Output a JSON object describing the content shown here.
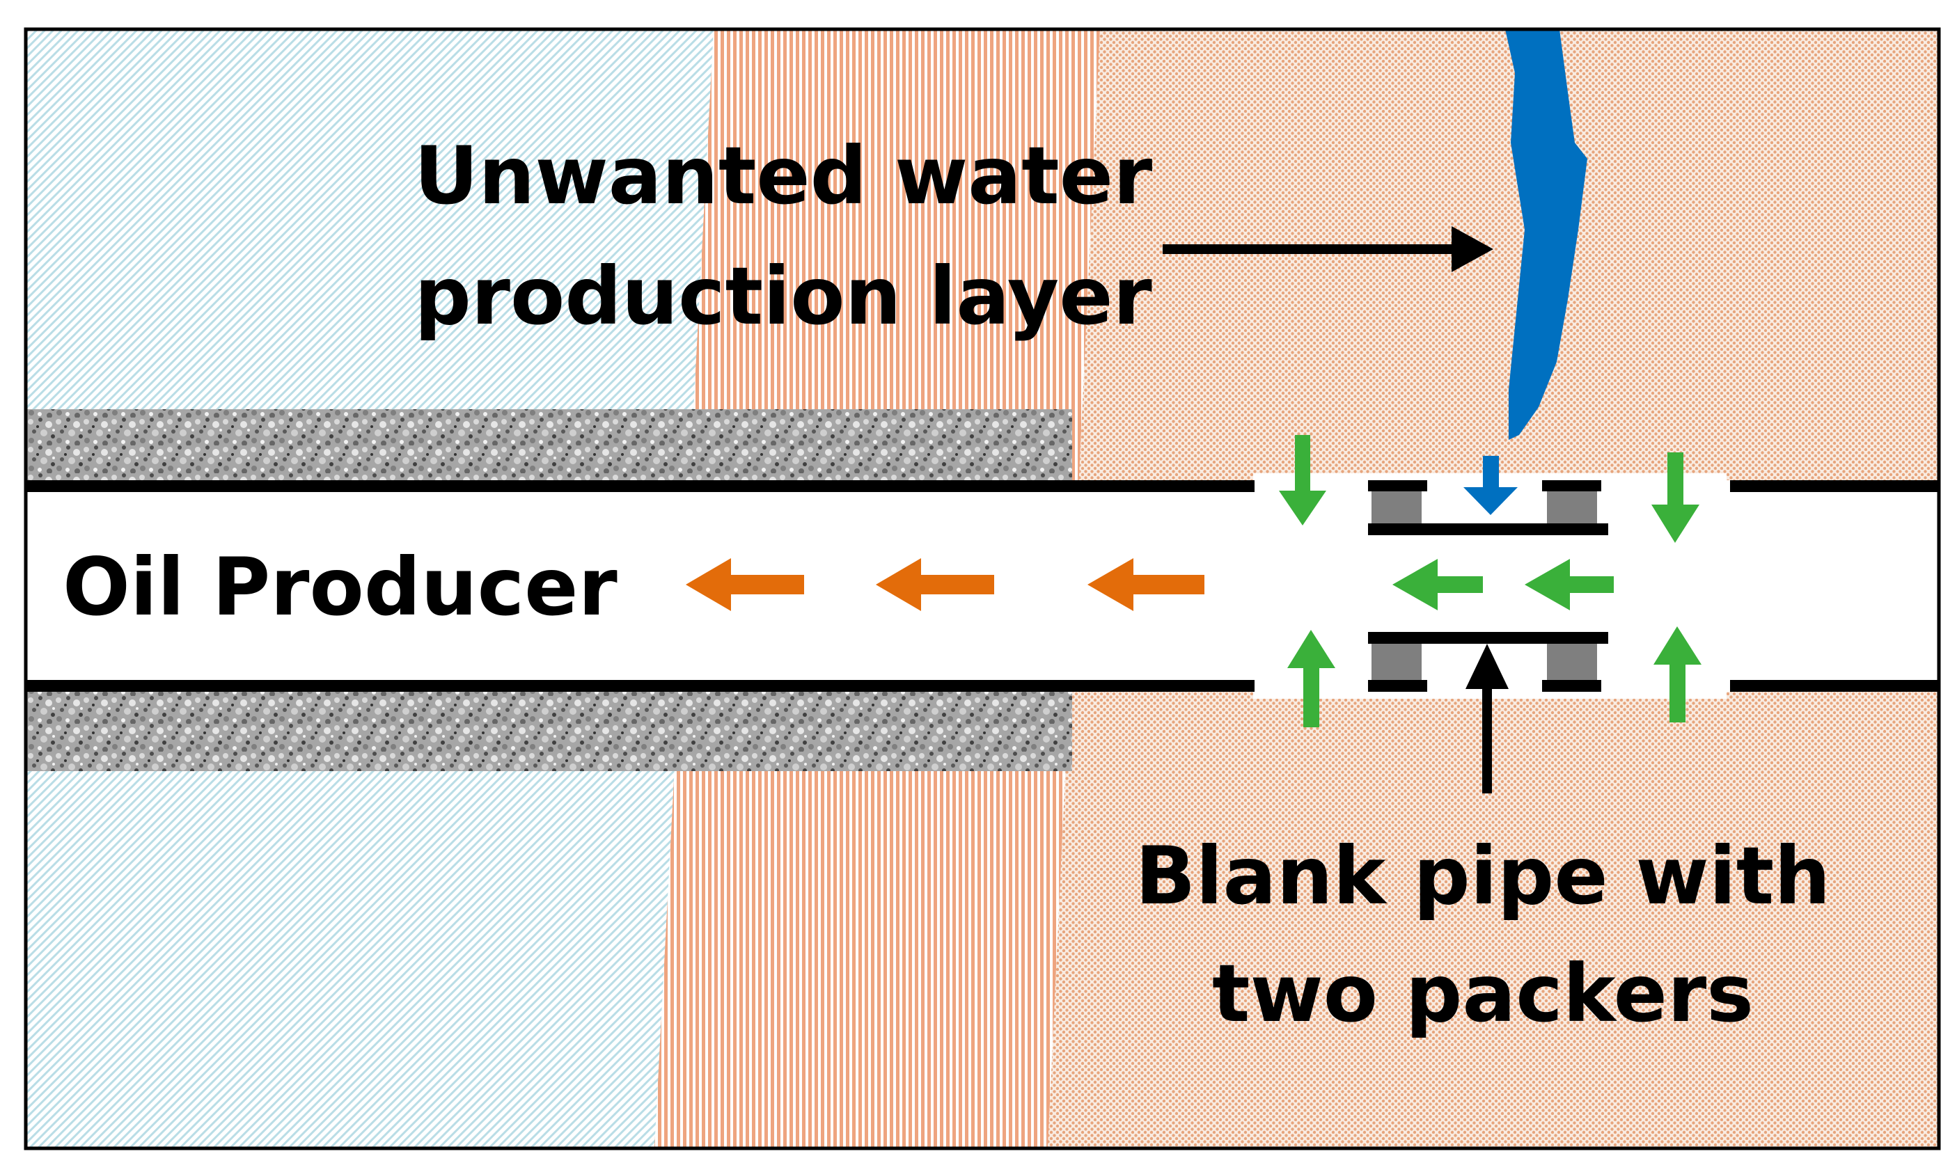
{
  "labels": {
    "water_layer_line1": "Unwanted water",
    "water_layer_line2": "production layer",
    "oil_producer": "Oil Producer",
    "blank_pipe_line1": "Blank pipe with",
    "blank_pipe_line2": "two packers"
  },
  "colors": {
    "blue_zone": "#b9dde6",
    "orange_zone": "#e8a07a",
    "dotted_zone": "#e7b493",
    "water": "#0070c0",
    "oil_flow_arrow": "#e36c0a",
    "reservoir_inflow_arrow": "#3ab03a",
    "packer": "#7f7f7f",
    "outline": "#000000",
    "cement": "#8c8c8c"
  },
  "icons": {
    "water_channel": "water-channel-icon",
    "oil_flow": "left-arrow-icon",
    "inflow_down": "down-arrow-icon",
    "inflow_up": "up-arrow-icon",
    "packer": "packer-block-icon"
  }
}
